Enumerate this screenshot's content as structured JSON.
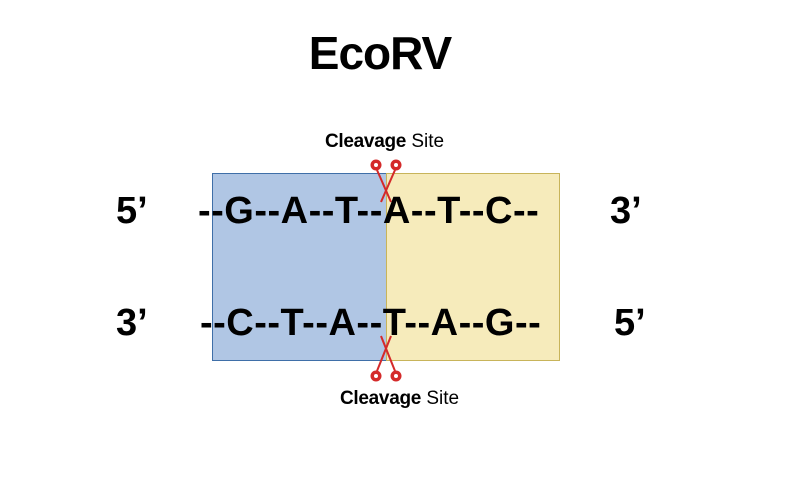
{
  "title": "EcoRV",
  "top_strand": {
    "left_label": "5’",
    "sequence": "--G--A--T--A--T--C--",
    "right_label": "3’"
  },
  "bottom_strand": {
    "left_label": "3’",
    "sequence": "--C--T--A--T--A--G--",
    "right_label": "5’"
  },
  "cleavage_top": {
    "bold": "Cleavage",
    "normal": " Site"
  },
  "cleavage_bottom": {
    "bold": "Cleavage",
    "normal": " Site"
  },
  "colors": {
    "left_box": "#b0c6e4",
    "right_box": "#f6ebbb",
    "scissors": "#d42a2a"
  },
  "icons": [
    "scissors-icon"
  ]
}
